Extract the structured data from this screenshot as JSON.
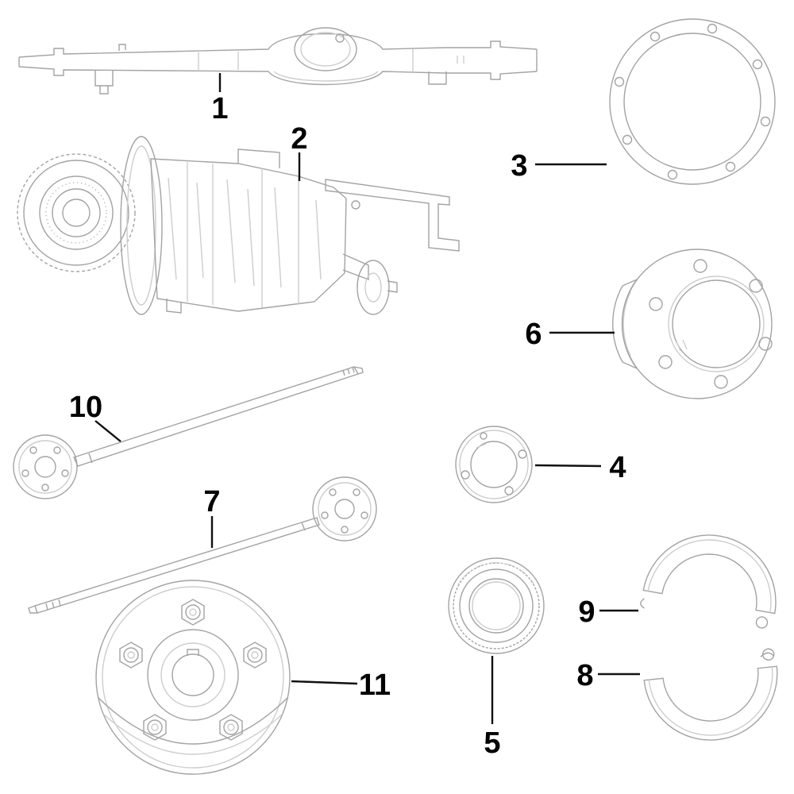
{
  "figure": {
    "kind": "exploded-parts-diagram",
    "subject": "rear-axle-and-brake-assembly"
  },
  "palette": {
    "background": "#ffffff",
    "line": "#a3a3a3",
    "line_light": "#cdcdcd",
    "label": "#000000"
  },
  "callouts": [
    {
      "label": "1",
      "part": "rear-axle-housing"
    },
    {
      "label": "2",
      "part": "differential-gear-assembly"
    },
    {
      "label": "3",
      "part": "axle-housing-gasket"
    },
    {
      "label": "4",
      "part": "bearing-retainer-plate"
    },
    {
      "label": "5",
      "part": "axle-wheel-bearing"
    },
    {
      "label": "6",
      "part": "brake-drum-rear-view"
    },
    {
      "label": "7",
      "part": "axle-shaft-short"
    },
    {
      "label": "8",
      "part": "brake-shoe-lower"
    },
    {
      "label": "9",
      "part": "brake-shoe-upper"
    },
    {
      "label": "10",
      "part": "axle-shaft-long"
    },
    {
      "label": "11",
      "part": "brake-drum-front-view"
    }
  ]
}
